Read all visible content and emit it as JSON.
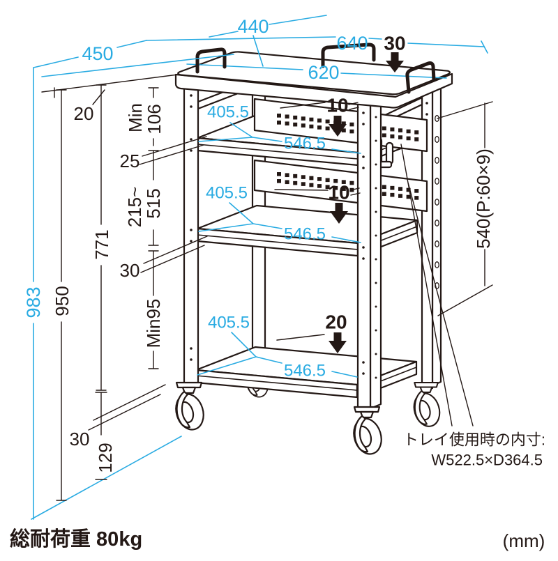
{
  "diagram": {
    "unit": "(mm)",
    "load_capacity": "総耐荷重 80kg",
    "tray_note": {
      "line1": "トレイ使用時の内寸:",
      "line2": "W522.5×D364.5"
    },
    "dims": {
      "overall_depth": "450",
      "top_depth": "440",
      "overall_width": "640",
      "handle_clearance": "30",
      "top_width": "620",
      "top_thickness": "20",
      "top_min_label": "Min",
      "top_min_value": "106",
      "shelf_thickness": "25",
      "shelf_range_from": "215~",
      "shelf_range_to": "515",
      "inner_height": "771",
      "mid_shelf_thickness": "30",
      "body_height": "950",
      "bottom_min_clearance": "Min95",
      "overall_height": "983",
      "caster_gap": "30",
      "caster_height": "129",
      "post_hole_pitch": "540(P:60×9)",
      "slot_upper": "10",
      "slot_mid": "10",
      "slot_bottom": "20",
      "shelf_inner_depth": "405.5",
      "shelf_inner_width": "546.5"
    }
  }
}
